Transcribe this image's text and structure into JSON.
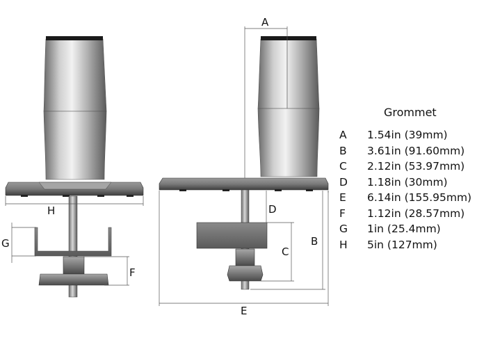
{
  "title": "Grommet",
  "specs": [
    {
      "letter": "A",
      "value": "1.54in (39mm)"
    },
    {
      "letter": "B",
      "value": "3.61in (91.60mm)"
    },
    {
      "letter": "C",
      "value": "2.12in (53.97mm)"
    },
    {
      "letter": "D",
      "value": "1.18in (30mm)"
    },
    {
      "letter": "E",
      "value": "6.14in (155.95mm)"
    },
    {
      "letter": "F",
      "value": "1.12in (28.57mm)"
    },
    {
      "letter": "G",
      "value": "1in (25.4mm)"
    },
    {
      "letter": "H",
      "value": "5in (127mm)"
    }
  ],
  "labels": {
    "A": "A",
    "B": "B",
    "C": "C",
    "D": "D",
    "E": "E",
    "F": "F",
    "G": "G",
    "H": "H"
  }
}
